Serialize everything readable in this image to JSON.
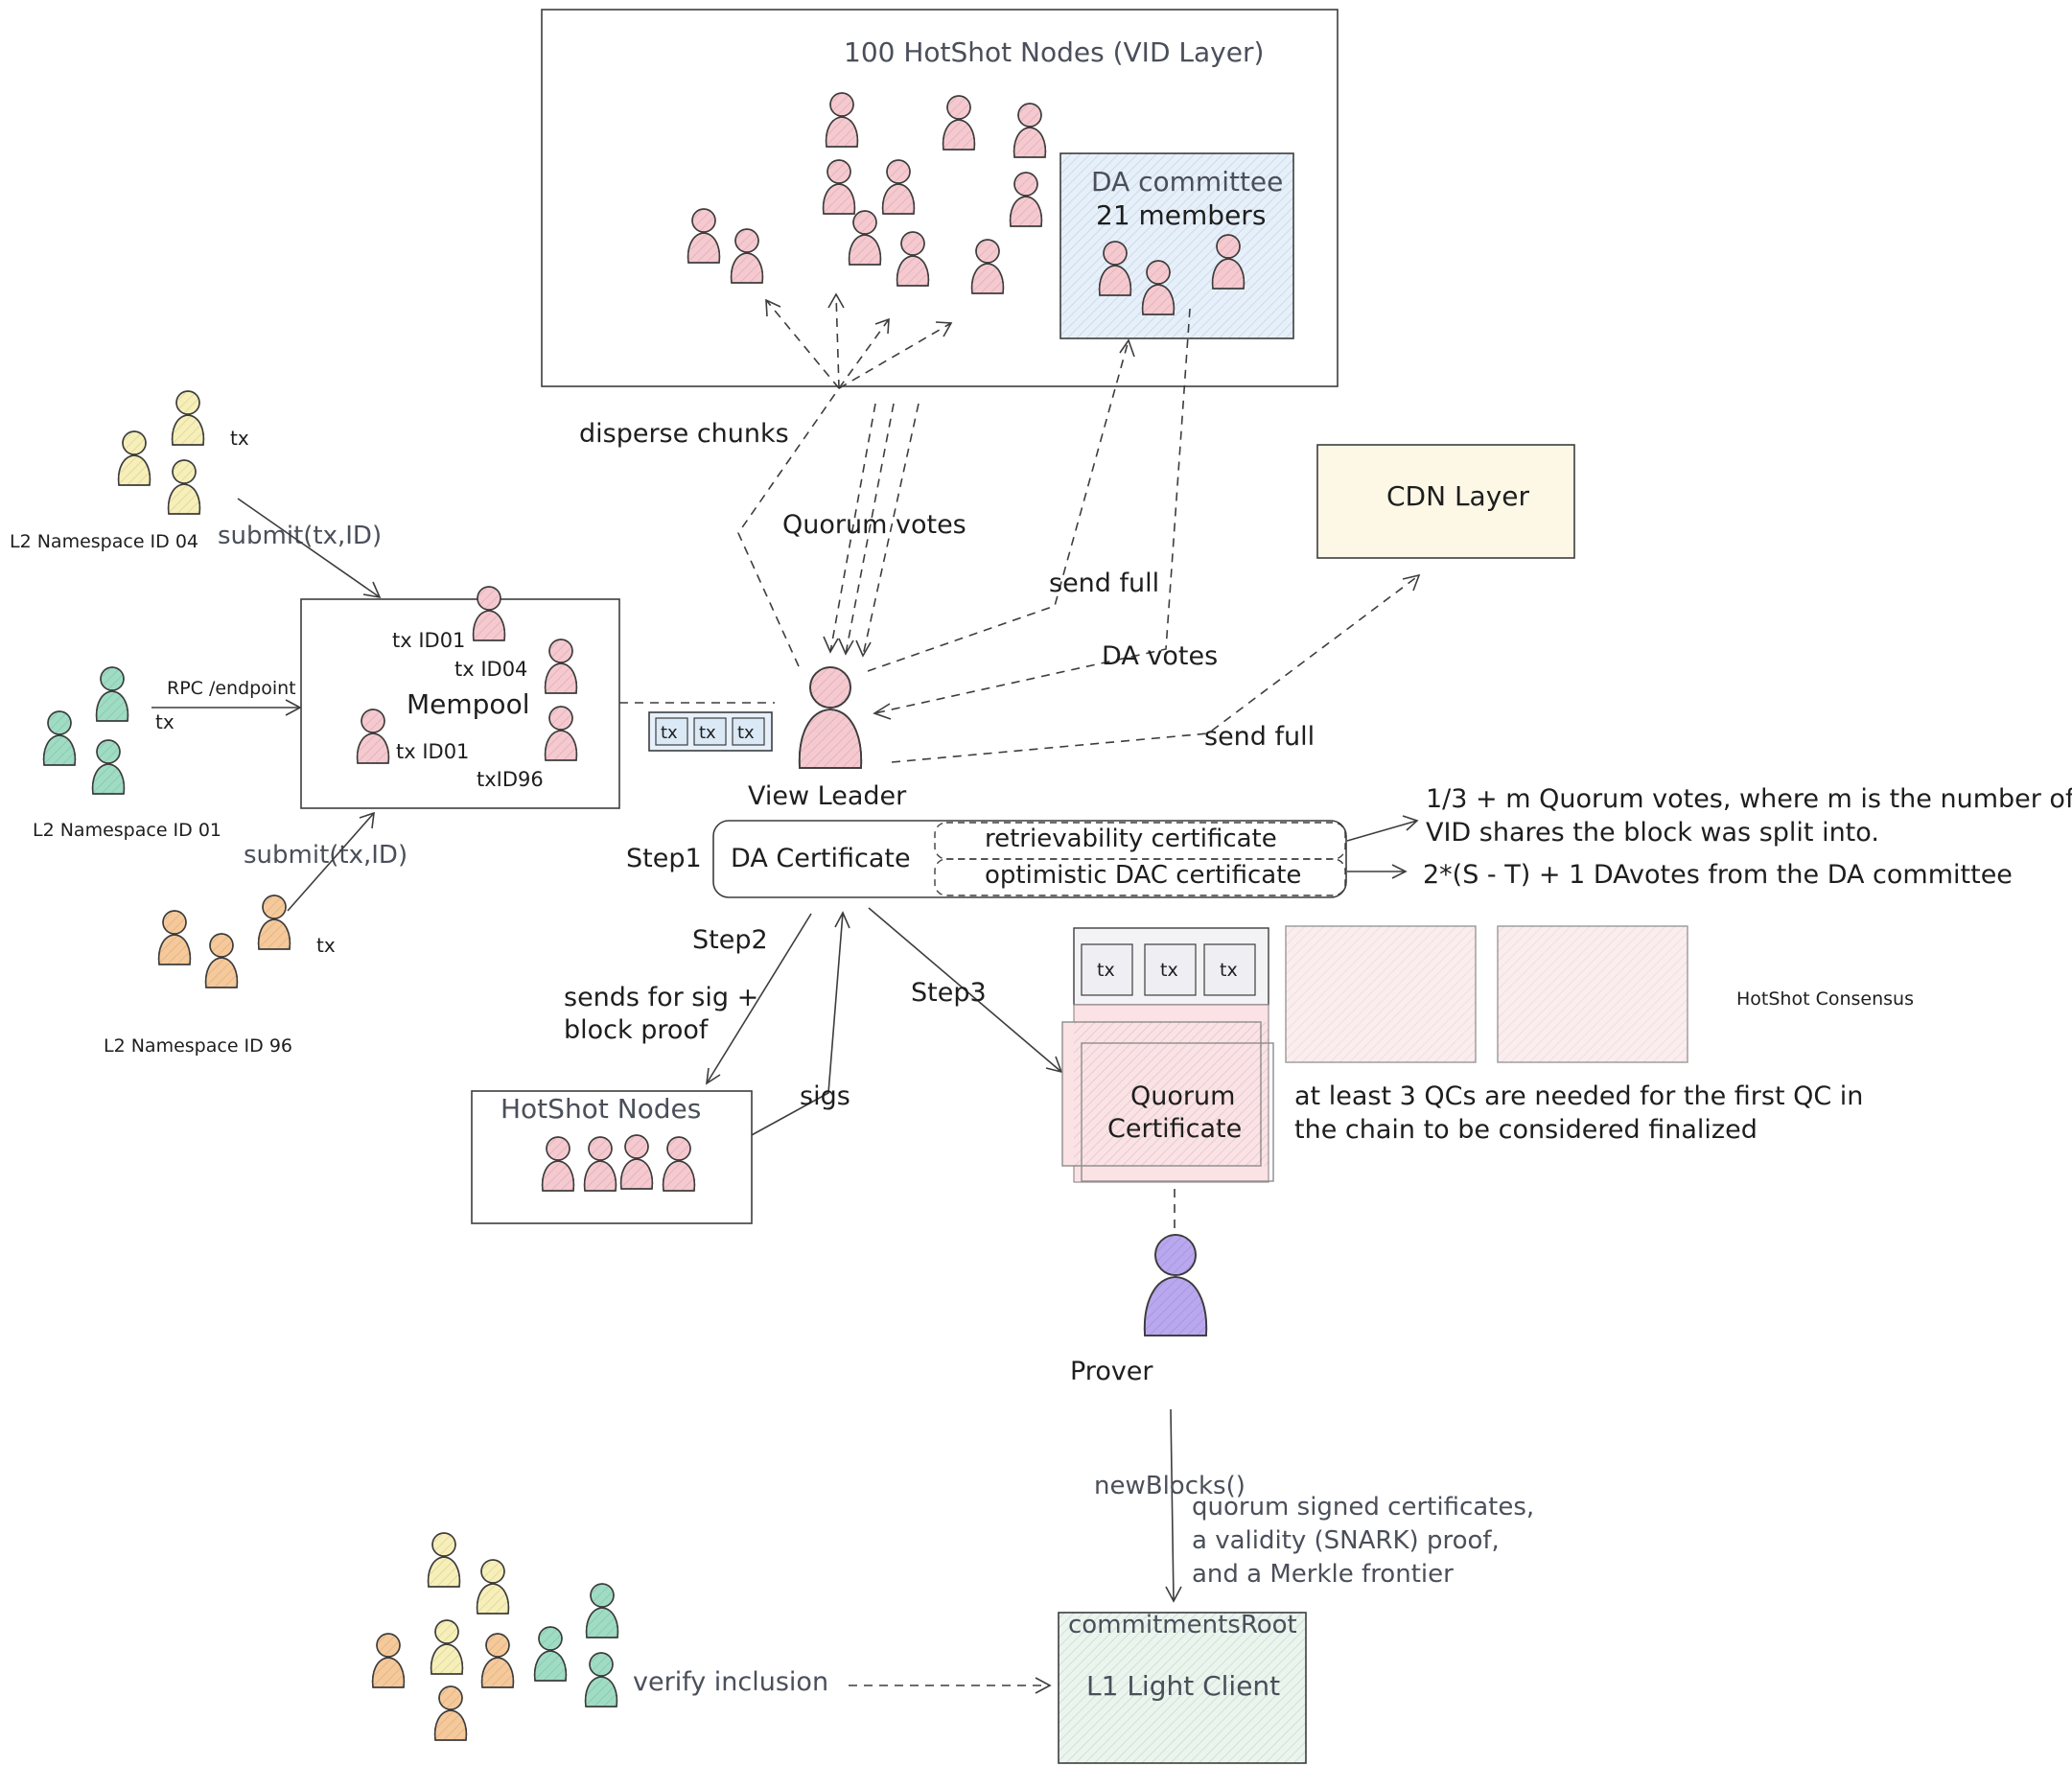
{
  "colors": {
    "pink": "#f5c9cf",
    "yellow": "#f7efb8",
    "green": "#9fdcc4",
    "orange": "#f6c99a",
    "purple": "#b9a8ef",
    "da_bg": "#e6f0fb",
    "cdn_bg": "#fdf8e6",
    "light_client_bg": "#eaf5ee",
    "qc_bg": "#fbe2e4"
  },
  "vid_layer": {
    "title": "100 HotShot Nodes (VID Layer)"
  },
  "da_committee": {
    "title": "DA committee",
    "members": "21 members"
  },
  "cdn": {
    "title": "CDN Layer"
  },
  "mempool": {
    "title": "Mempool",
    "labels": [
      "tx ID01",
      "tx ID04",
      "tx ID01",
      "txID96"
    ]
  },
  "namespaces": {
    "ns04": {
      "label": "L2 Namespace ID 04",
      "tx": "tx",
      "submit": "submit(tx,ID)"
    },
    "ns01": {
      "label": "L2 Namespace ID 01",
      "tx": "tx",
      "rpc": "RPC /endpoint"
    },
    "ns96": {
      "label": "L2 Namespace ID 96",
      "tx": "tx",
      "submit": "submit(tx,ID)"
    }
  },
  "tx_strip": [
    "tx",
    "tx",
    "tx"
  ],
  "view_leader": {
    "label": "View Leader"
  },
  "edges": {
    "disperse": "disperse chunks",
    "quorum_votes": "Quorum votes",
    "send_full_da": "send full",
    "da_votes": "DA votes",
    "send_full_cdn": "send full",
    "sigs": "sigs",
    "new_blocks": "newBlocks()",
    "verify": "verify inclusion"
  },
  "steps": {
    "step1": "Step1",
    "step2": "Step2",
    "step3": "Step3",
    "step2_desc_1": "sends for sig +",
    "step2_desc_2": "block proof"
  },
  "certificate": {
    "main": "DA Certificate",
    "retrievability": "retrievability certificate",
    "optimistic": "optimistic DAC certificate",
    "note_retrievability_1": "1/3 + m Quorum votes, where m is the number of",
    "note_retrievability_2": "VID shares the block was split into.",
    "note_optimistic": "2*(S - T) + 1 DAvotes from the DA committee"
  },
  "hotshot_nodes": {
    "title": "HotShot Nodes"
  },
  "consensus": {
    "label": "HotShot Consensus",
    "tx": [
      "tx",
      "tx",
      "tx"
    ],
    "qc_line1": "Quorum",
    "qc_line2": "Certificate",
    "note_line1": "at least 3 QCs are needed for the first QC in",
    "note_line2": "the chain to be considered finalized"
  },
  "prover": {
    "label": "Prover"
  },
  "light_client": {
    "commitments": "commitmentsRoot",
    "title": "L1 Light Client",
    "note_1": "quorum signed certificates,",
    "note_2": "a validity (SNARK) proof,",
    "note_3": "and a Merkle frontier"
  }
}
